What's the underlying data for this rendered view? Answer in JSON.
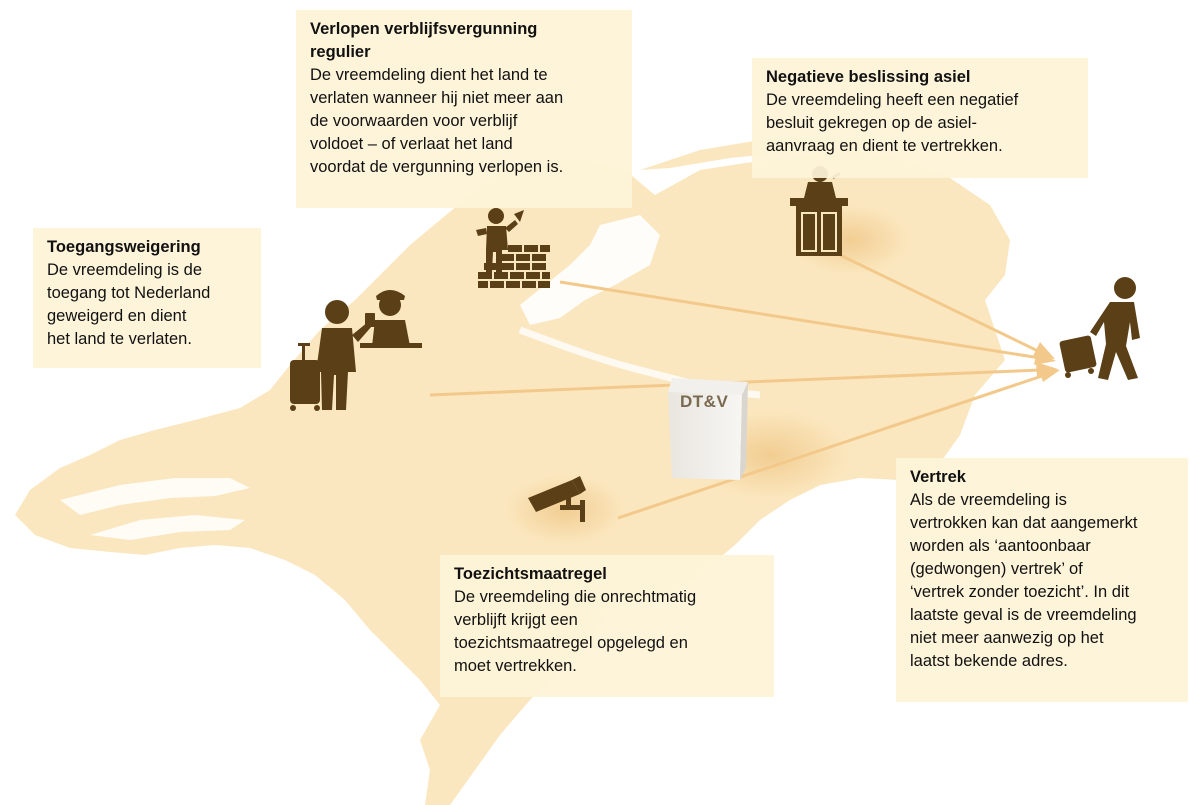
{
  "building_label": "DT&V",
  "colors": {
    "map": "#fbe7bf",
    "map_shadow": "#f4d9a3",
    "icon": "#5b3f16",
    "arrow": "#f3c98b",
    "box_bg": "#fdf3d7"
  },
  "boxes": {
    "toegang": {
      "title": "Toegangsweigering",
      "text": "De vreemdeling is de\ntoegang tot Nederland\ngeweigerd en dient\nhet land te verlaten."
    },
    "verlopen": {
      "title": "Verlopen verblijfsvergunning\nregulier",
      "text": "De vreemdeling dient het land te\nverlaten wanneer hij niet meer aan\nde voorwaarden voor verblijf\nvoldoet  – of verlaat het land\nvoordat de vergunning verlopen is."
    },
    "negatief": {
      "title": "Negatieve beslissing asiel",
      "text": "De vreemdeling heeft een negatief\nbesluit gekregen op de asiel-\naanvraag en dient te vertrekken."
    },
    "toezicht": {
      "title": "Toezichtsmaatregel",
      "text": "De vreemdeling die onrechtmatig\nverblijft krijgt een\ntoezichtsmaatregel opgelegd en\nmoet vertrekken."
    },
    "vertrek": {
      "title": "Vertrek",
      "text": "Als de vreemdeling is\nvertrokken kan dat aangemerkt\nworden als ‘aantoonbaar\n(gedwongen) vertrek’ of\n‘vertrek zonder toezicht’. In dit\nlaatste geval is de vreemdeling\nniet meer aanwezig op het\nlaatst bekende adres."
    }
  }
}
